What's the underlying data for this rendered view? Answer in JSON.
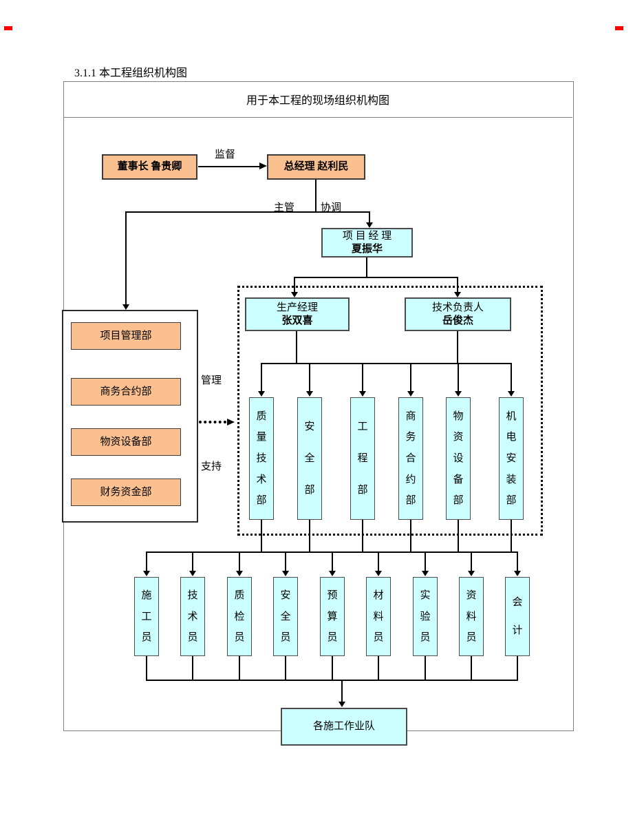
{
  "page": {
    "title": "3.1.1 本工程组织机构图"
  },
  "diagram": {
    "header": "用于本工程的现场组织机构图",
    "nodes": {
      "chairman": "董事长 鲁贵卿",
      "general_manager": "总经理 赵利民",
      "project_manager": {
        "title": "项 目 经 理",
        "name": "夏振华"
      },
      "production_manager": {
        "title": "生产经理",
        "name": "张双喜"
      },
      "technical_director": {
        "title": "技术负责人",
        "name": "岳俊杰"
      },
      "crew": "各施工作业队"
    },
    "edge_labels": {
      "supervise": "监督",
      "in_charge": "主管",
      "coordinate": "协调",
      "manage": "管理",
      "support": "支持"
    },
    "left_departments": [
      {
        "label": "项目管理部"
      },
      {
        "label": "商务合约部"
      },
      {
        "label": "物资设备部"
      },
      {
        "label": "财务资金部"
      }
    ],
    "site_departments": [
      {
        "label": "质量技术部"
      },
      {
        "label": "安全部"
      },
      {
        "label": "工程部"
      },
      {
        "label": "商务合约部"
      },
      {
        "label": "物资设备部"
      },
      {
        "label": "机电安装部"
      }
    ],
    "staff_roles": [
      {
        "label": "施工员"
      },
      {
        "label": "技术员"
      },
      {
        "label": "质检员"
      },
      {
        "label": "安全员"
      },
      {
        "label": "预算员"
      },
      {
        "label": "材料员"
      },
      {
        "label": "实验员"
      },
      {
        "label": "资料员"
      },
      {
        "label": "会计"
      }
    ],
    "colors": {
      "department_fill": "#FAC090",
      "role_fill": "#CCFFFF",
      "frame": "#808080",
      "line": "#000000",
      "mark": "#FF0000"
    }
  }
}
